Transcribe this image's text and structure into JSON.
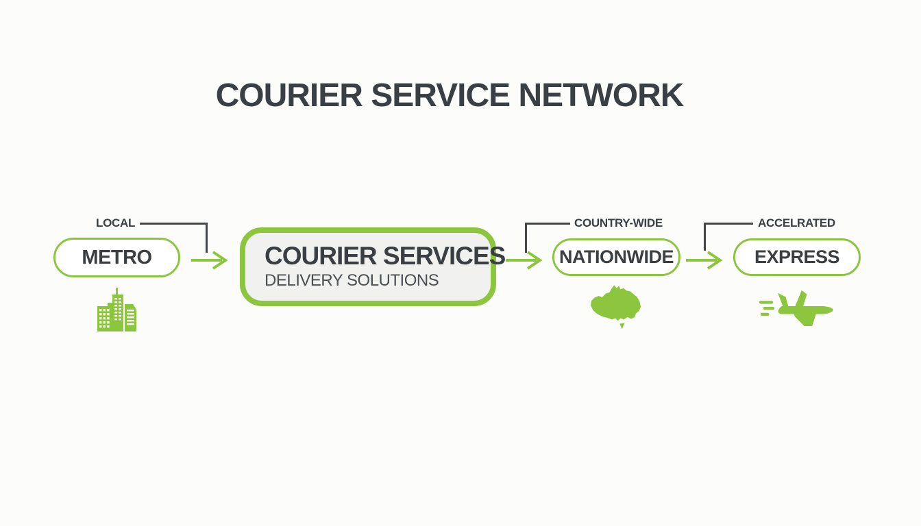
{
  "title": "COURIER SERVICE NETWORK",
  "colors": {
    "accent_green": "#8CC63F",
    "text_dark": "#3A3F44",
    "hub_fill": "#F1F1EF",
    "background": "#FCFCFB",
    "connector_dark": "#43474A"
  },
  "hub": {
    "title": "COURIER SERVICES",
    "subtitle": "DELIVERY SOLUTIONS"
  },
  "nodes": {
    "metro": {
      "label": "METRO",
      "tag": "LOCAL",
      "icon": "city-buildings-icon"
    },
    "nationwide": {
      "label": "NATIONWIDE",
      "tag": "COUNTRY-WIDE",
      "icon": "australia-map-icon"
    },
    "express": {
      "label": "EXPRESS",
      "tag": "ACCELRATED",
      "icon": "airplane-icon"
    }
  }
}
